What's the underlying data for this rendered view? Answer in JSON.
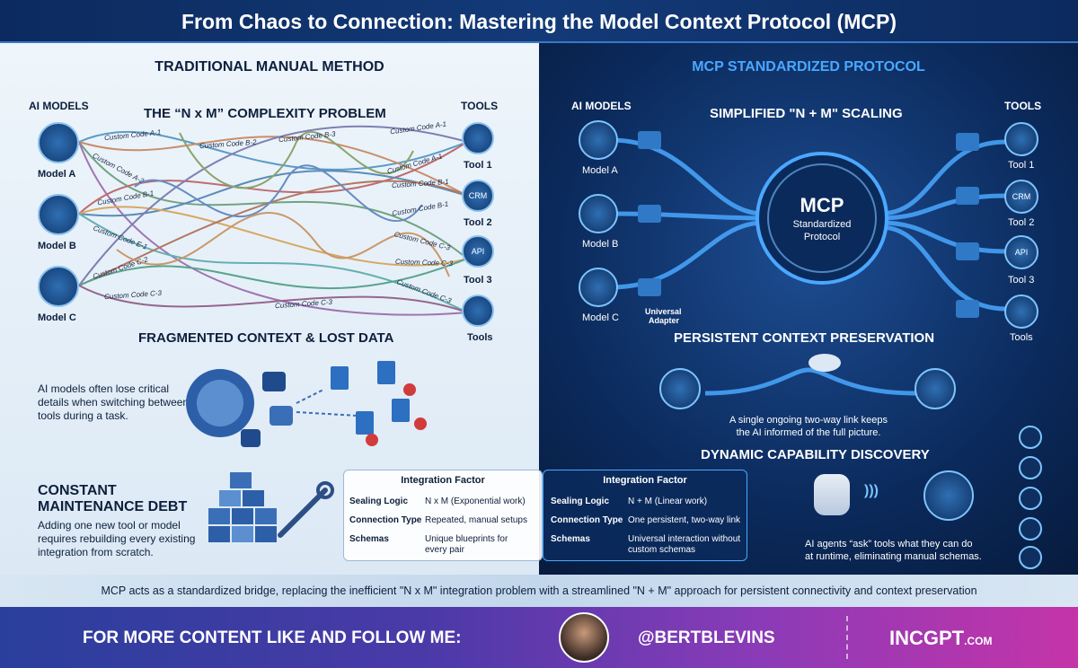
{
  "title": "From Chaos to Connection: Mastering the Model Context Protocol (MCP)",
  "left": {
    "heading": "TRADITIONAL MANUAL METHOD",
    "ai_models_label": "AI MODELS",
    "tools_label": "TOOLS",
    "problem_title": "THE “N x M” COMPLEXITY PROBLEM",
    "models": [
      "Model A",
      "Model B",
      "Model C"
    ],
    "tools": [
      "Tool 1",
      "Tool 2",
      "Tool 3",
      "Tools"
    ],
    "custom_codes": [
      "Custom Code A-1",
      "Custom Code A-2",
      "Custom Code B-1",
      "Custom Code E-1",
      "Custom Code C-2",
      "Custom Code C-3",
      "Custom Code B-2",
      "Custom Code B-3",
      "Custom Code A-1",
      "Custom Code A-1",
      "Custom Code B-1",
      "Custom Code B-1",
      "Custom Code C-3",
      "Custom Code C-3",
      "Custom Code C-3",
      "Custom Code C-3"
    ],
    "fragmented_title": "FRAGMENTED CONTEXT & LOST DATA",
    "fragmented_text_1": "AI models often lose critical",
    "fragmented_text_2": "details when switching between",
    "fragmented_text_3": "tools during a task.",
    "maintenance_title_1": "CONSTANT",
    "maintenance_title_2": "MAINTENANCE DEBT",
    "maintenance_text_1": "Adding one new tool or model",
    "maintenance_text_2": "requires rebuilding every existing",
    "maintenance_text_3": "integration from scratch."
  },
  "right": {
    "heading": "MCP STANDARDIZED PROTOCOL",
    "ai_models_label": "AI MODELS",
    "tools_label": "TOOLS",
    "scaling_title": "SIMPLIFIED \"N + M\" SCALING",
    "models": [
      "Model A",
      "Model B",
      "Model C"
    ],
    "tools": [
      "Tool 1",
      "Tool 2",
      "Tool 3",
      "Tools"
    ],
    "hub_title": "MCP",
    "hub_sub_1": "Standardized",
    "hub_sub_2": "Protocol",
    "adapter_label_1": "Universal",
    "adapter_label_2": "Adapter",
    "persistent_title": "PERSISTENT CONTEXT PRESERVATION",
    "persistent_text_1": "A single ongoing two-way link keeps",
    "persistent_text_2": "the AI informed of the full picture.",
    "dynamic_title": "DYNAMIC CAPABILITY DISCOVERY",
    "dynamic_text_1": "AI agents “ask” tools what they can do",
    "dynamic_text_2": "at runtime, eliminating manual schemas."
  },
  "comparison": {
    "header": "Integration Factor",
    "rows": [
      {
        "label": "Sealing Logic",
        "manual": "N x M (Exponential work)",
        "mcp": "N + M (Linear work)"
      },
      {
        "label": "Connection Type",
        "manual": "Repeated, manual setups",
        "mcp": "One persistent, two-way link"
      },
      {
        "label": "Schemas",
        "manual_1": "Unique blueprints for",
        "manual_2": "every pair",
        "mcp_1": "Universal interaction without",
        "mcp_2": "custom schemas"
      }
    ]
  },
  "tool_badges": {
    "crm": "CRM",
    "api": "API"
  },
  "bottom_line": "MCP acts as a standardized bridge, replacing the inefficient \"N x M\" integration problem with a streamlined \"N + M\" approach for persistent connectivity and context preservation",
  "footer": {
    "cta": "FOR MORE CONTENT LIKE AND FOLLOW ME:",
    "handle": "@BERTBLEVINS",
    "brand": "INCGPT",
    "brand_suffix": ".COM"
  },
  "colors": {
    "title_bg": "#133a78",
    "mcp_blue": "#4aa8ff",
    "footer_pink": "#c534a9"
  }
}
